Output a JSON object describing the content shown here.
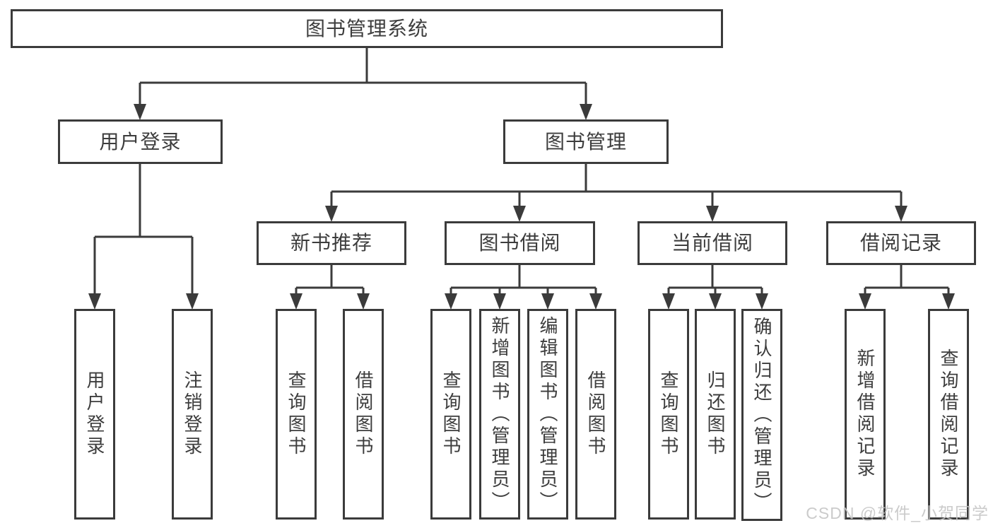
{
  "diagram": {
    "root": {
      "label": "图书管理系统"
    },
    "branches": [
      {
        "label": "用户登录",
        "children": [
          {
            "label": "用户登录"
          },
          {
            "label": "注销登录"
          }
        ]
      },
      {
        "label": "图书管理",
        "children": [
          {
            "label": "新书推荐",
            "children": [
              {
                "label": "查询图书"
              },
              {
                "label": "借阅图书"
              }
            ]
          },
          {
            "label": "图书借阅",
            "children": [
              {
                "label": "查询图书"
              },
              {
                "label": "新增图书（管理员）"
              },
              {
                "label": "编辑图书（管理员）"
              },
              {
                "label": "借阅图书"
              }
            ]
          },
          {
            "label": "当前借阅",
            "children": [
              {
                "label": "查询图书"
              },
              {
                "label": "归还图书"
              },
              {
                "label": "确认归还（管理员）"
              }
            ]
          },
          {
            "label": "借阅记录",
            "children": [
              {
                "label": "新增借阅记录"
              },
              {
                "label": "查询借阅记录"
              }
            ]
          }
        ]
      }
    ]
  },
  "watermark": {
    "text": "CSDN @软件_小贺同学"
  },
  "colors": {
    "line": "#3b3b3b",
    "text": "#3d3d3d",
    "background": "#ffffff",
    "watermark": "#c6c6c6"
  }
}
